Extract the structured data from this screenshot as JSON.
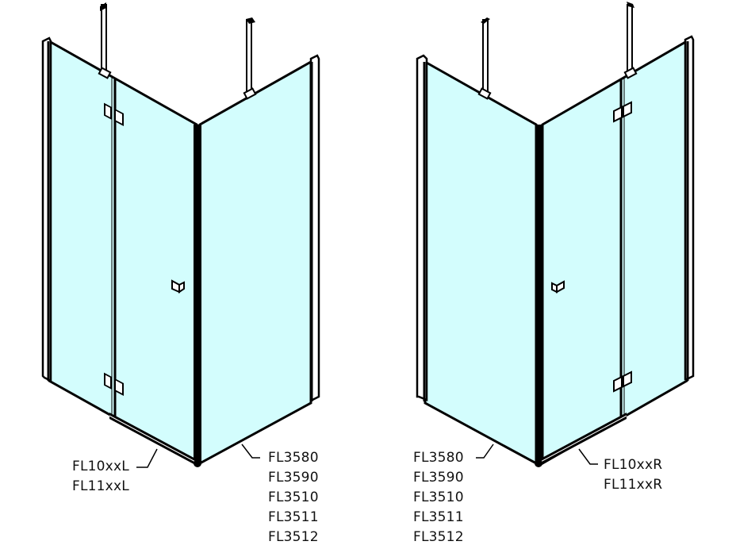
{
  "colors": {
    "glass": "#d3fdfd",
    "outline": "#000000",
    "background": "#ffffff",
    "text": "#111111"
  },
  "left_enclosure": {
    "variant": "L",
    "door_labels": [
      "FL10xxL",
      "FL11xxL"
    ],
    "side_panel_labels": [
      "FL3580",
      "FL3590",
      "FL3510",
      "FL3511",
      "FL3512"
    ]
  },
  "right_enclosure": {
    "variant": "R",
    "door_labels": [
      "FL10xxR",
      "FL11xxR"
    ],
    "side_panel_labels": [
      "FL3580",
      "FL3590",
      "FL3510",
      "FL3511",
      "FL3512"
    ]
  }
}
